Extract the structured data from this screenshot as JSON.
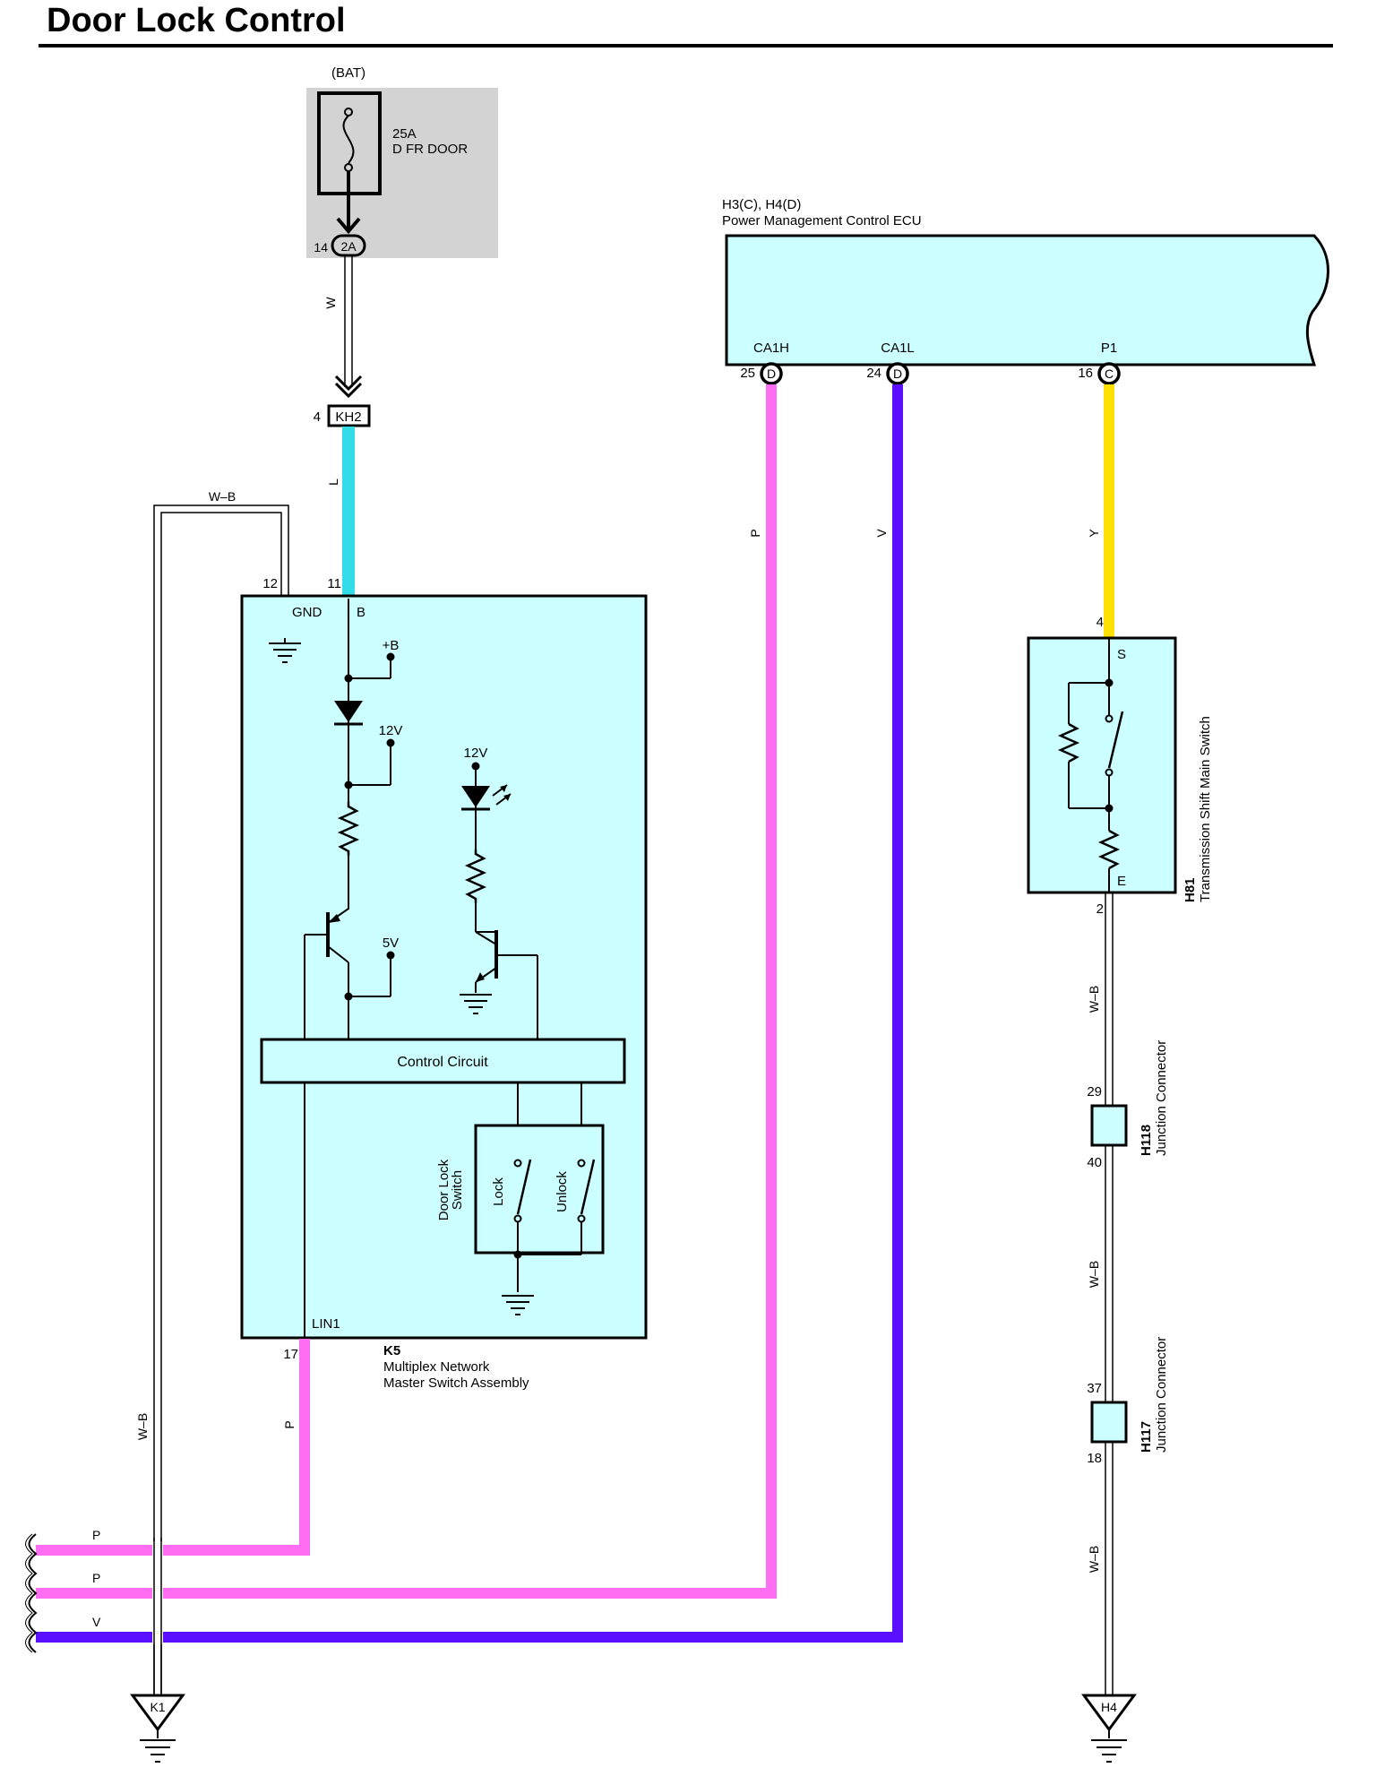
{
  "title": "Door Lock Control",
  "colors": {
    "module_fill": "#ccffff",
    "fuse_block": "#d3d3d3",
    "wire_L": "#33dde8",
    "wire_P": "#ff6ef2",
    "wire_V": "#5a0fff",
    "wire_Y": "#ffe000",
    "wire_default": "#000000"
  },
  "fuse": {
    "source": "(BAT)",
    "rating": "25A",
    "name": "D FR DOOR",
    "pin": "14",
    "connector": "2A"
  },
  "wire_labels": {
    "w": "W",
    "l": "L",
    "wb": "W–B",
    "p": "P",
    "v": "V",
    "y": "Y"
  },
  "kh2": {
    "pin": "4",
    "connector": "KH2"
  },
  "ecu": {
    "connectors": "H3(C), H4(D)",
    "name": "Power Management Control ECU",
    "terminals": [
      {
        "name": "CA1H",
        "pin": "25",
        "conn": "D"
      },
      {
        "name": "CA1L",
        "pin": "24",
        "conn": "D"
      },
      {
        "name": "P1",
        "pin": "16",
        "conn": "C"
      }
    ]
  },
  "k5": {
    "code": "K5",
    "name_line1": "Multiplex Network",
    "name_line2": "Master Switch Assembly",
    "pin_gnd": "12",
    "pin_b": "11",
    "pin_lin": "17",
    "term_gnd": "GND",
    "term_b": "B",
    "term_lin": "LIN1",
    "plus_b": "+B",
    "v12_a": "12V",
    "v12_b": "12V",
    "v5": "5V",
    "control_circuit": "Control Circuit",
    "switch_name_line1": "Door Lock",
    "switch_name_line2": "Switch",
    "lock": "Lock",
    "unlock": "Unlock"
  },
  "h81": {
    "code": "H81",
    "name": "Transmission Shift Main Switch",
    "pin_s": "4",
    "pin_e": "2",
    "term_s": "S",
    "term_e": "E"
  },
  "h118": {
    "code": "H118",
    "name": "Junction Connector",
    "pin_top": "29",
    "pin_bottom": "40"
  },
  "h117": {
    "code": "H117",
    "name": "Junction Connector",
    "pin_top": "37",
    "pin_bottom": "18"
  },
  "grounds": {
    "left": "K1",
    "right": "H4"
  }
}
